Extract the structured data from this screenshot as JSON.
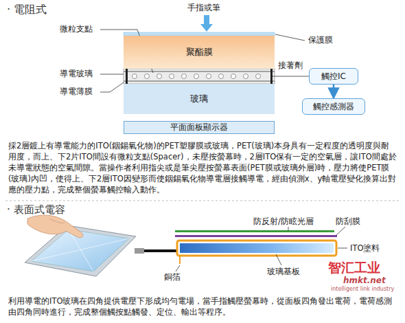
{
  "diagram": {
    "nodes": [
      {
        "text": [
          "聚酯膜"
        ]
      },
      {
        "text": [
          "玻璃"
        ]
      },
      {
        "text": [
          "平面面板顯示器"
        ]
      },
      {
        "text": [
          "觸控IC"
        ]
      },
      {
        "text": [
          "觸控感測器"
        ]
      }
    ],
    "edges": [
      {
        "from": 3,
        "to": 4,
        "arrow": "to"
      }
    ],
    "labels": [
      "· 電阻式",
      "手指或筆",
      "微粒支點",
      "導電玻璃",
      "導電薄膜",
      "保護膜",
      "接著劑",
      "採2層鍍上有導電能力的ITO(銦錫氧化物)的PET塑膠膜或玻璃，PET(玻璃)本身具有一定程度的透明度與耐用度，而上、下2片ITO間設有微粒支點(Spacer)，未壓按螢幕時，2層ITO保有一定的空氣層，讓ITO間處於未導電狀態的空氣間隙。當操作者利用指尖或是筆尖壓按螢幕表面(PET膜或玻璃外層)時，壓力將使PET膜(玻璃)內凹，使得上、下2層ITO因變形而使銦錫氧化物導電層接觸導電，經由偵測x、y軸電壓變化換算出對應的壓力點，完成整個螢幕觸控輸入動作。",
      "· 表面式電容",
      "防反射/防眩光層",
      "防刮膜",
      "ITO塗料",
      "銅箔",
      "玻璃基板",
      "利用導電的ITO玻璃在四角提供電壓下形成均勻電場，當手指觸壓螢幕時，從面板四角發出電荷，電荷感測由四角同時進行，完成整個觸按點觸發、定位、輸出等程序。",
      "智汇工业",
      "hmkt.net",
      "intelligent link industry"
    ]
  }
}
